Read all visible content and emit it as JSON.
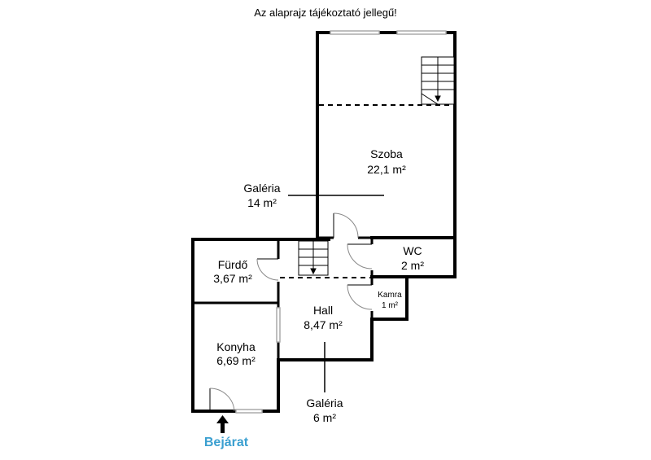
{
  "note": "Az alaprajz tájékoztató jellegű!",
  "entrance": {
    "label": "Bejárat",
    "color": "#3a9fd0"
  },
  "rooms": {
    "szoba": {
      "name": "Szoba",
      "area": "22,1 m²"
    },
    "galeria_upper": {
      "name": "Galéria",
      "area": "14 m²"
    },
    "furdo": {
      "name": "Fürdő",
      "area": "3,67 m²"
    },
    "wc": {
      "name": "WC",
      "area": "2 m²"
    },
    "kamra": {
      "name": "Kamra",
      "area": "1 m²"
    },
    "hall": {
      "name": "Hall",
      "area": "8,47 m²"
    },
    "konyha": {
      "name": "Konyha",
      "area": "6,69 m²"
    },
    "galeria_lower": {
      "name": "Galéria",
      "area": "6 m²"
    }
  },
  "colors": {
    "wall": "#000000",
    "window": "#aaaaaa",
    "door_arc": "#888888"
  }
}
